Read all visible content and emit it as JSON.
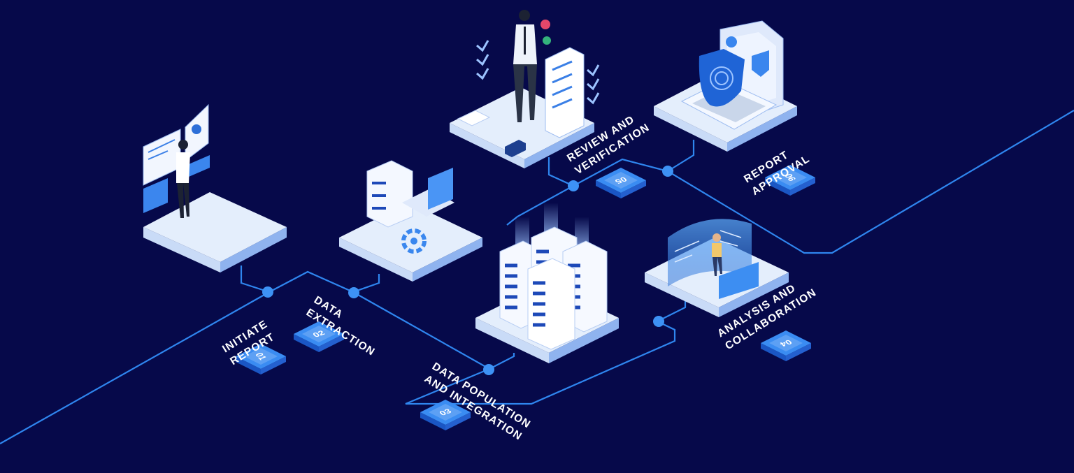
{
  "steps": [
    {
      "id": "01",
      "label_lines": [
        "INITIATE",
        "REPORT"
      ]
    },
    {
      "id": "02",
      "label_lines": [
        "DATA",
        "EXTRACTION"
      ]
    },
    {
      "id": "03",
      "label_lines": [
        "DATA POPULATION",
        "AND INTEGRATION"
      ]
    },
    {
      "id": "04",
      "label_lines": [
        "ANALYSIS AND",
        "COLLABORATION"
      ]
    },
    {
      "id": "05",
      "label_lines": [
        "REVIEW AND",
        "VERIFICATION"
      ]
    },
    {
      "id": "06",
      "label_lines": [
        "REPORT",
        "APPROVAL"
      ]
    }
  ],
  "colors": {
    "background": "#06094a",
    "line": "#2f86ef",
    "node": "#3d92f5",
    "platform_top": "#e4eefc",
    "platform_side": "#8fb3ef",
    "badge_top": "#3a8cf2",
    "badge_side": "#1a56c4"
  }
}
